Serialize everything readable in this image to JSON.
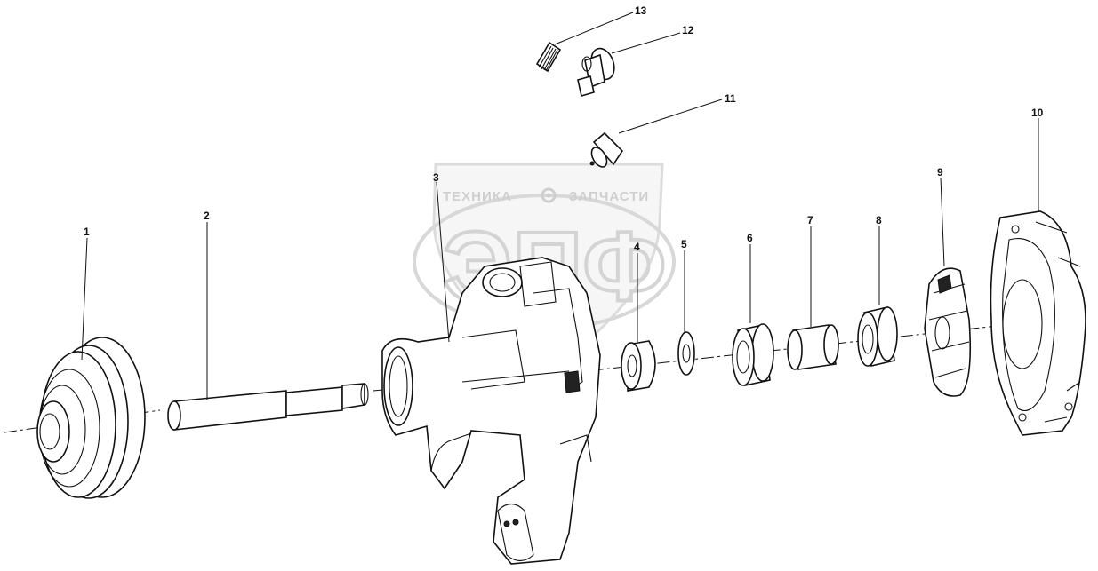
{
  "watermark": {
    "top_left": "ТЕХНИКА",
    "top_right": "ЗАПЧАСТИ",
    "gear_icon": "gear-icon",
    "logo": "ЭПФ"
  },
  "callouts": [
    {
      "id": "1",
      "label": "1"
    },
    {
      "id": "2",
      "label": "2"
    },
    {
      "id": "3",
      "label": "3"
    },
    {
      "id": "4",
      "label": "4"
    },
    {
      "id": "5",
      "label": "5"
    },
    {
      "id": "6",
      "label": "6"
    },
    {
      "id": "7",
      "label": "7"
    },
    {
      "id": "8",
      "label": "8"
    },
    {
      "id": "9",
      "label": "9"
    },
    {
      "id": "10",
      "label": "10"
    },
    {
      "id": "11",
      "label": "11"
    },
    {
      "id": "12",
      "label": "12"
    },
    {
      "id": "13",
      "label": "13"
    }
  ]
}
